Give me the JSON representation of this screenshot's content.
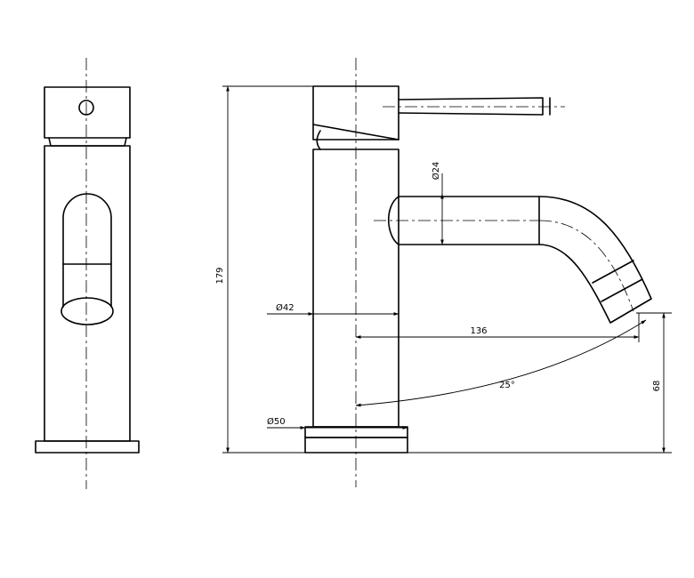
{
  "dimensions": {
    "height_total": "179",
    "spout_diameter": "Ø24",
    "body_diameter": "Ø42",
    "spout_reach": "136",
    "swivel_angle": "25°",
    "spout_height": "68",
    "base_diameter": "Ø50"
  },
  "colors": {
    "line": "#000000",
    "background": "#ffffff"
  }
}
